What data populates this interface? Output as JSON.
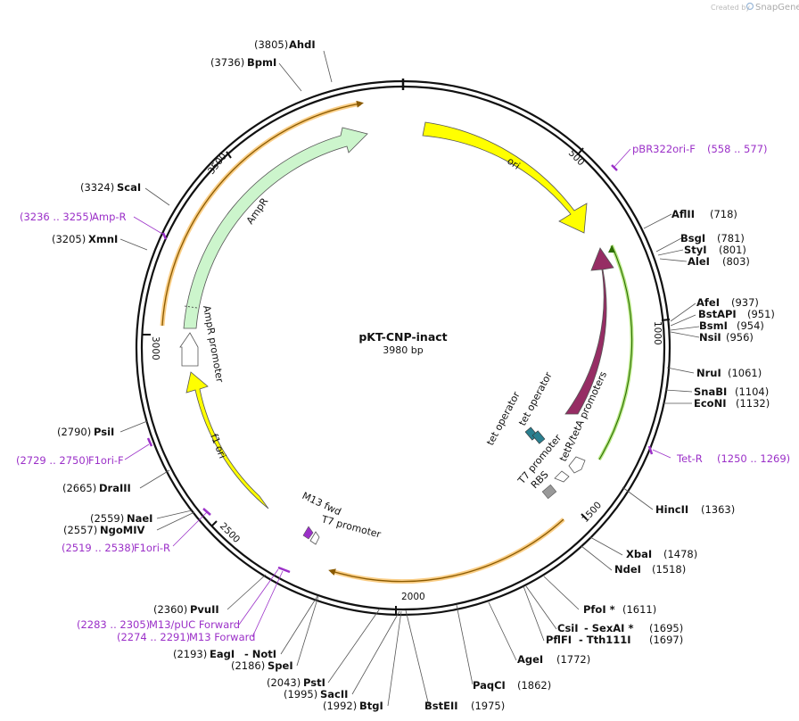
{
  "credit": {
    "prefix": "Created by",
    "brand": "SnapGene"
  },
  "plasmid": {
    "name": "pKT-CNP-inact",
    "length_label": "3980 bp"
  },
  "ticks": [
    {
      "label": "500"
    },
    {
      "label": "1000"
    },
    {
      "label": "1500"
    },
    {
      "label": "2000"
    },
    {
      "label": "2500"
    },
    {
      "label": "3000"
    },
    {
      "label": "3500"
    }
  ],
  "sites": [
    {
      "name": "AhdI",
      "pos": "(3805)"
    },
    {
      "name": "BpmI",
      "pos": "(3736)"
    },
    {
      "name": "ScaI",
      "pos": "(3324)"
    },
    {
      "name": "XmnI",
      "pos": "(3205)"
    },
    {
      "name": "PsiI",
      "pos": "(2790)"
    },
    {
      "name": "DraIII",
      "pos": "(2665)"
    },
    {
      "name": "NaeI",
      "pos": "(2559)"
    },
    {
      "name": "NgoMIV",
      "pos": "(2557)"
    },
    {
      "name": "PvuII",
      "pos": "(2360)"
    },
    {
      "name": "EagI",
      "pos": "(2193)"
    },
    {
      "name": "- NotI",
      "pos": ""
    },
    {
      "name": "SpeI",
      "pos": "(2186)"
    },
    {
      "name": "PstI",
      "pos": "(2043)"
    },
    {
      "name": "SacII",
      "pos": "(1995)"
    },
    {
      "name": "BtgI",
      "pos": "(1992)"
    },
    {
      "name": "BstEII",
      "pos": "(1975)"
    },
    {
      "name": "PaqCI",
      "pos": "(1862)"
    },
    {
      "name": "AgeI",
      "pos": "(1772)"
    },
    {
      "name": "CsiI",
      "pos": ""
    },
    {
      "name": "- SexAI *",
      "pos": "(1695)"
    },
    {
      "name": "PflFI",
      "pos": ""
    },
    {
      "name": "- Tth111I",
      "pos": "(1697)"
    },
    {
      "name": "PfoI *",
      "pos": "(1611)"
    },
    {
      "name": "NdeI",
      "pos": "(1518)"
    },
    {
      "name": "XbaI",
      "pos": "(1478)"
    },
    {
      "name": "HincII",
      "pos": "(1363)"
    },
    {
      "name": "EcoNI",
      "pos": "(1132)"
    },
    {
      "name": "SnaBI",
      "pos": "(1104)"
    },
    {
      "name": "NruI",
      "pos": "(1061)"
    },
    {
      "name": "NsiI",
      "pos": "(956)"
    },
    {
      "name": "BsmI",
      "pos": "(954)"
    },
    {
      "name": "BstAPI",
      "pos": "(951)"
    },
    {
      "name": "AfeI",
      "pos": "(937)"
    },
    {
      "name": "AleI",
      "pos": "(803)"
    },
    {
      "name": "StyI",
      "pos": "(801)"
    },
    {
      "name": "BsgI",
      "pos": "(781)"
    },
    {
      "name": "AflII",
      "pos": "(718)"
    }
  ],
  "primers": [
    {
      "name": "pBR322ori-F",
      "range": "(558 .. 577)"
    },
    {
      "name": "Amp-R",
      "range": "(3236 .. 3255)"
    },
    {
      "name": "F1ori-F",
      "range": "(2729 .. 2750)"
    },
    {
      "name": "F1ori-R",
      "range": "(2519 .. 2538)"
    },
    {
      "name": "M13/pUC Forward",
      "range": "(2283 .. 2305)"
    },
    {
      "name": "M13 Forward",
      "range": "(2274 .. 2291)"
    },
    {
      "name": "Tet-R",
      "range": "(1250 .. 1269)"
    }
  ],
  "features": {
    "ori": "ori",
    "ampr": "AmpR",
    "ampr_promoter": "AmpR promoter",
    "f1_ori": "f1 ori",
    "tetr": "TetR",
    "tet_operator_1": "tet operator",
    "tet_operator_2": "tet operator",
    "tetr_promoters": "tetR/tetA promoters",
    "t7_promoter_1": "T7 promoter",
    "rbs": "RBS",
    "m13_fwd": "M13 fwd",
    "t7_promoter_2": "T7 promoter"
  },
  "colors": {
    "ori": "#ffff00",
    "ampr": "#ccf5cc",
    "tetr": "#962d64",
    "orf": "#f5a623",
    "tet_operator": "#2a7f8f",
    "rbs": "#999999",
    "m13": "#9b30c8",
    "primer": "#9b30c8",
    "backbone": "#111111"
  }
}
